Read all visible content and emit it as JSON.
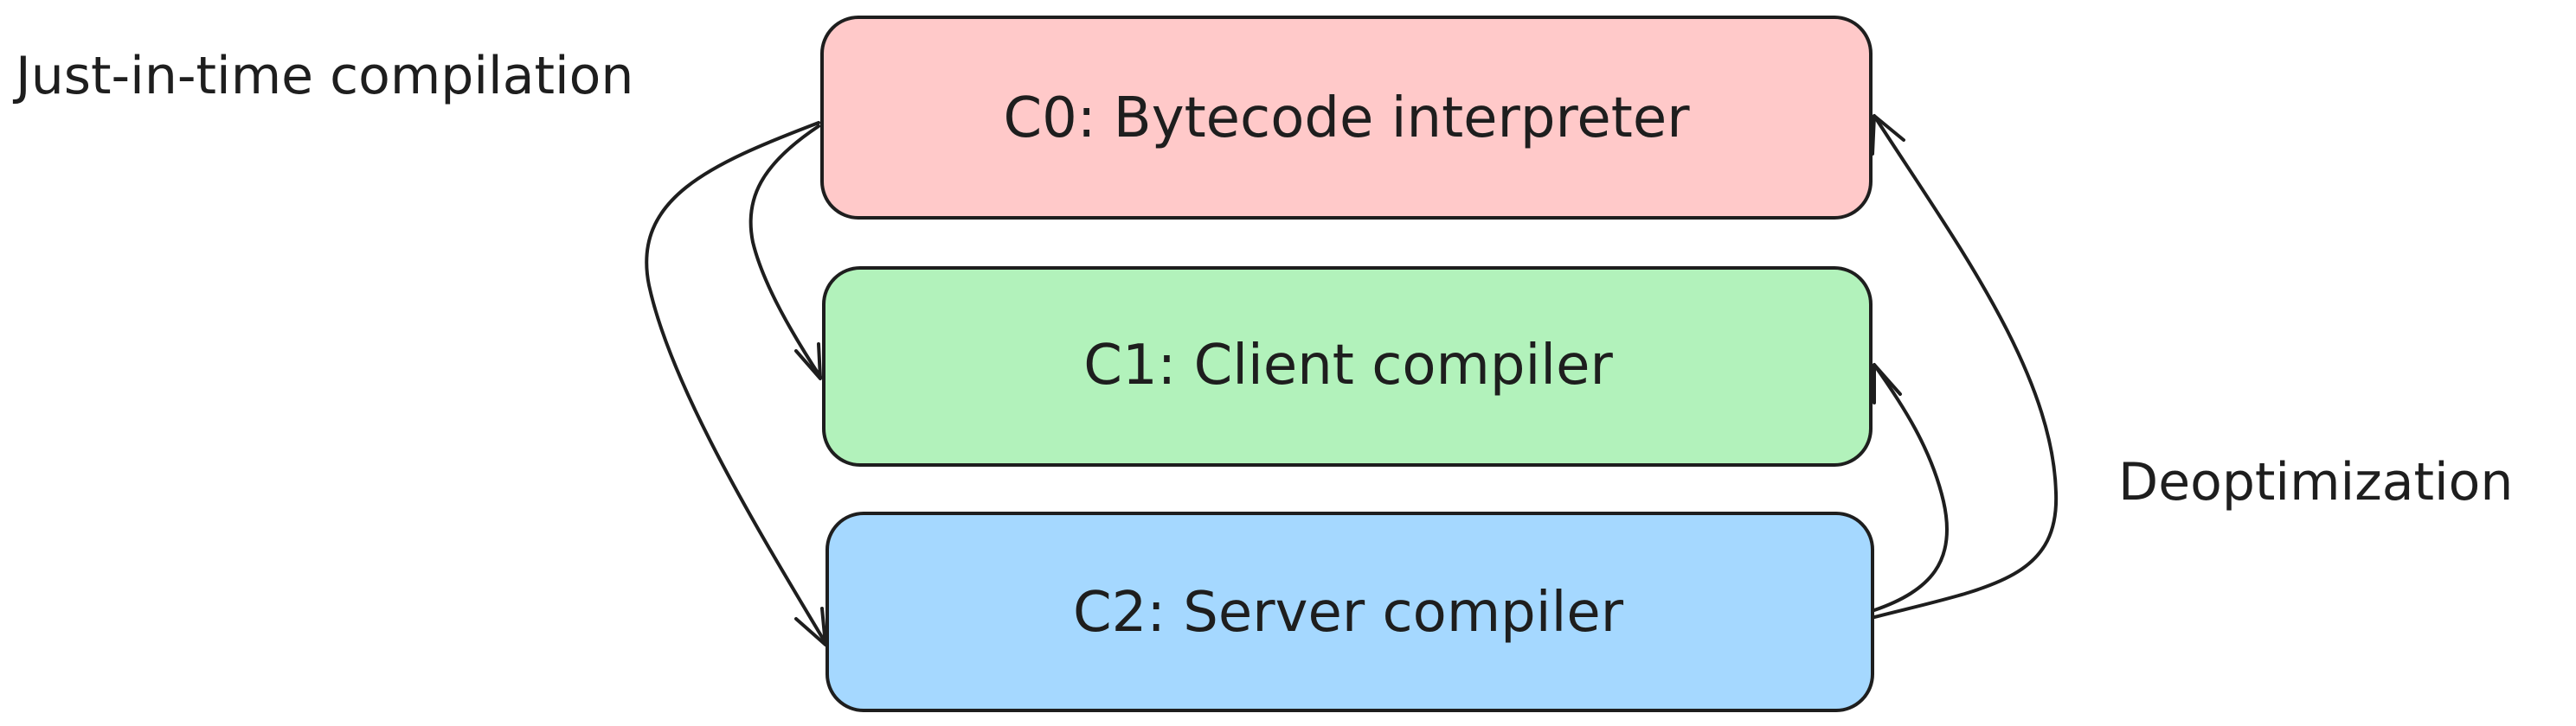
{
  "labels": {
    "jit": "Just-in-time compilation",
    "deopt": "Deoptimization"
  },
  "tiers": [
    {
      "id": "c0",
      "label": "C0: Bytecode interpreter",
      "color": "#ffc9c9"
    },
    {
      "id": "c1",
      "label": "C1: Client compiler",
      "color": "#b2f2bb"
    },
    {
      "id": "c2",
      "label": "C2: Server compiler",
      "color": "#a5d8ff"
    }
  ],
  "colors": {
    "stroke": "#1e1e1e",
    "background": "#ffffff"
  }
}
